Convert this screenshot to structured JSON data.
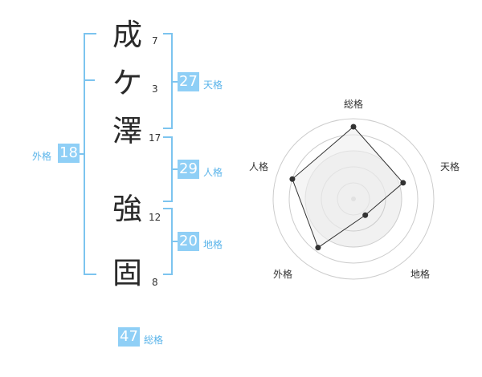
{
  "name": {
    "characters": [
      {
        "char": "成",
        "strokes": "7"
      },
      {
        "char": "ケ",
        "strokes": "3"
      },
      {
        "char": "澤",
        "strokes": "17"
      },
      {
        "char": "強",
        "strokes": "12"
      },
      {
        "char": "固",
        "strokes": "8"
      }
    ]
  },
  "fortunes": {
    "tenkaku": {
      "value": "27",
      "label": "天格"
    },
    "jinkaku": {
      "value": "29",
      "label": "人格"
    },
    "chikaku": {
      "value": "20",
      "label": "地格"
    },
    "gaikaku": {
      "value": "18",
      "label": "外格"
    },
    "soukaku": {
      "value": "47",
      "label": "総格"
    }
  },
  "radar": {
    "axes": [
      "総格",
      "天格",
      "地格",
      "外格",
      "人格"
    ],
    "values": [
      0.9,
      0.65,
      0.25,
      0.75,
      0.8
    ],
    "colors": {
      "fill": "#eeeeee",
      "grid": "#cccccc",
      "line": "#333333",
      "point": "#333333"
    }
  }
}
